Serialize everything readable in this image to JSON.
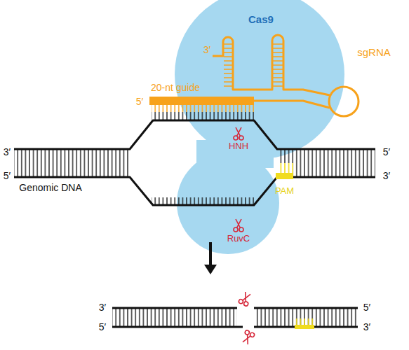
{
  "diagram": {
    "nodes": [
      {
        "text": [
          "Cas9"
        ]
      },
      {
        "text": [
          "20-nt guide"
        ]
      },
      {
        "text": [
          "PAM"
        ]
      }
    ],
    "labels": [
      "3′",
      "sgRNA",
      "5′",
      "HNH",
      "3′",
      "5′",
      "5′",
      "3′",
      "Genomic DNA",
      "RuvC",
      "3′",
      "5′",
      "5′",
      "3′"
    ]
  }
}
